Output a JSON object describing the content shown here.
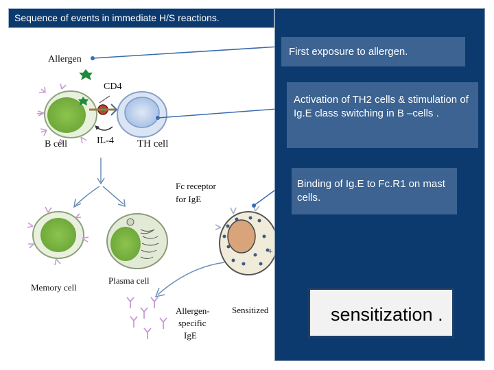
{
  "title": "Sequence of events in immediate H/S  reactions.",
  "diagram_labels": {
    "allergen": "Allergen",
    "cd4": "CD4",
    "b_cell": "B cell",
    "il4": "IL-4",
    "th_cell": "TH cell",
    "fc_receptor": "Fc receptor",
    "for_ige": "for IgE",
    "memory_cell": "Memory cell",
    "plasma_cell": "Plasma cell",
    "allergen_specific": "Allergen-",
    "specific": "specific",
    "ige": "IgE",
    "sensitized": "Sensitized",
    "plus": "+"
  },
  "callouts": {
    "first_exposure": "First exposure to allergen.",
    "activation": "Activation of TH2 cells & stimulation of Ig.E class switching in B –cells .",
    "binding": "Binding of Ig.E  to Fc.R1 on  mast cells."
  },
  "result": "sensitization ."
}
